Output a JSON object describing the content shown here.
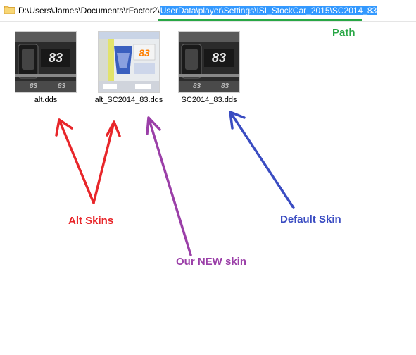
{
  "addressbar": {
    "path_prefix": "D:\\Users\\James\\Documents\\rFactor2\\",
    "path_selected": "UserData\\player\\Settings\\ISI_StockCar_2015\\SC2014_83"
  },
  "files": [
    {
      "name": "alt.dds",
      "thumbnail": "dark-car-texture"
    },
    {
      "name": "alt_SC2014_83.dds",
      "thumbnail": "white-blue-car-texture"
    },
    {
      "name": "SC2014_83.dds",
      "thumbnail": "dark-car-texture"
    }
  ],
  "annotations": {
    "path": {
      "text": "Path",
      "color": "#28a745"
    },
    "alt_skins": {
      "text": "Alt Skins",
      "color": "#e8262a"
    },
    "new_skin": {
      "text": "Our NEW skin",
      "color": "#9b3fa8"
    },
    "default_skin": {
      "text": "Default Skin",
      "color": "#3a4cc2"
    }
  },
  "thumbnail_number": "83"
}
